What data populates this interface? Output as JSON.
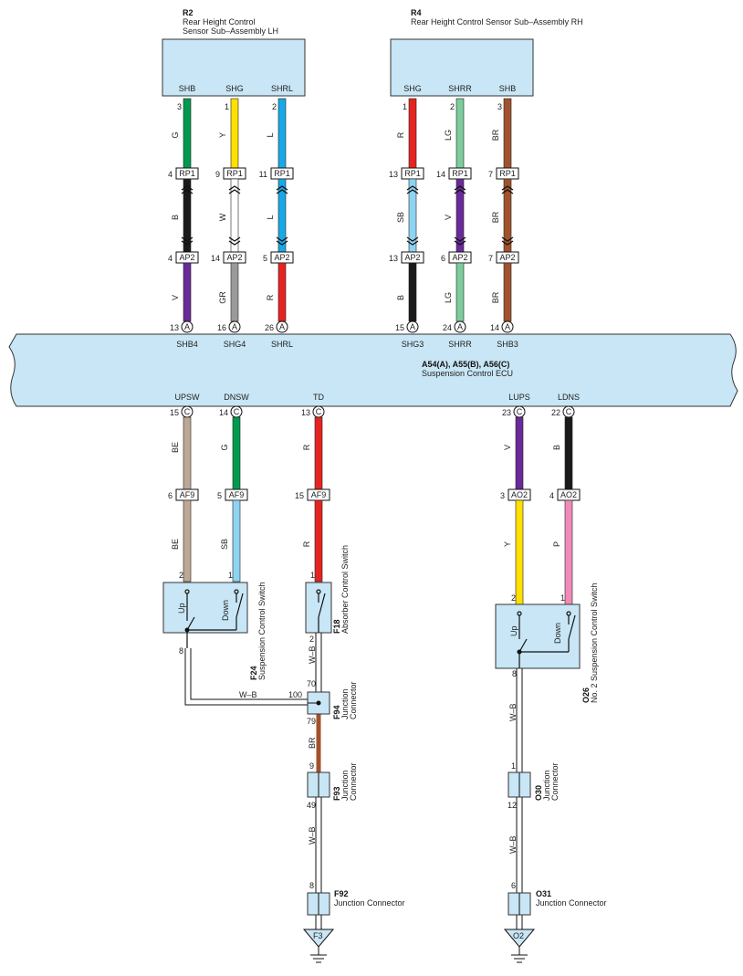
{
  "sensors": {
    "lh": {
      "code": "R2",
      "name_line1": "Rear Height Control",
      "name_line2": "Sensor Sub–Assembly LH"
    },
    "rh": {
      "code": "R4",
      "name_line1": "Rear Height Control Sensor Sub–Assembly RH"
    }
  },
  "ecu": {
    "code": "A54(A), A55(B), A56(C)",
    "name": "Suspension Control ECU"
  },
  "wires_top": [
    {
      "sig": "SHB",
      "pin": "3",
      "c1": "G",
      "c1hex": "#009a4e",
      "rp": "4",
      "c2": "B",
      "c2hex": "#1a1a1a",
      "ap": "4",
      "c3": "V",
      "c3hex": "#6a2a9a",
      "ecupin": "13",
      "ecuconn": "A",
      "ecusig": "SHB4"
    },
    {
      "sig": "SHG",
      "pin": "1",
      "c1": "Y",
      "c1hex": "#ffe000",
      "rp": "9",
      "c2": "W",
      "c2hex": "#ffffff",
      "ap": "14",
      "c3": "GR",
      "c3hex": "#9a9a9a",
      "ecupin": "16",
      "ecuconn": "A",
      "ecusig": "SHG4"
    },
    {
      "sig": "SHRL",
      "pin": "2",
      "c1": "L",
      "c1hex": "#19a8e6",
      "rp": "11",
      "c2": "L",
      "c2hex": "#19a8e6",
      "ap": "5",
      "c3": "R",
      "c3hex": "#e52421",
      "ecupin": "26",
      "ecuconn": "A",
      "ecusig": "SHRL"
    },
    {
      "sig": "SHG",
      "pin": "1",
      "c1": "R",
      "c1hex": "#e52421",
      "rp": "13",
      "c2": "SB",
      "c2hex": "#8fd3f2",
      "ap": "13",
      "c3": "B",
      "c3hex": "#1a1a1a",
      "ecupin": "15",
      "ecuconn": "A",
      "ecusig": "SHG3"
    },
    {
      "sig": "SHRR",
      "pin": "2",
      "c1": "LG",
      "c1hex": "#7ccc9c",
      "rp": "14",
      "c2": "V",
      "c2hex": "#6a2a9a",
      "ap": "6",
      "c3": "LG",
      "c3hex": "#7ccc9c",
      "ecupin": "24",
      "ecuconn": "A",
      "ecusig": "SHRR"
    },
    {
      "sig": "SHB",
      "pin": "3",
      "c1": "BR",
      "c1hex": "#a0522d",
      "rp": "7",
      "c2": "BR",
      "c2hex": "#a0522d",
      "ap": "7",
      "c3": "BR",
      "c3hex": "#a0522d",
      "ecupin": "14",
      "ecuconn": "A",
      "ecusig": "SHB3"
    }
  ],
  "conn_labels": {
    "rp": "RP1",
    "ap": "AP2",
    "af": "AF9",
    "ao": "AO2"
  },
  "wires_bottom": [
    {
      "sig": "UPSW",
      "ecupin": "15",
      "ecuconn": "C",
      "c1": "BE",
      "c1hex": "#bca895",
      "jpin": "6",
      "jconn": "AF9",
      "c2": "BE",
      "c2hex": "#bca895",
      "swpin": "2"
    },
    {
      "sig": "DNSW",
      "ecupin": "14",
      "ecuconn": "C",
      "c1": "G",
      "c1hex": "#009a4e",
      "jpin": "5",
      "jconn": "AF9",
      "c2": "SB",
      "c2hex": "#8fd3f2",
      "swpin": "1"
    },
    {
      "sig": "TD",
      "ecupin": "13",
      "ecuconn": "C",
      "c1": "R",
      "c1hex": "#e52421",
      "jpin": "15",
      "jconn": "AF9",
      "c2": "R",
      "c2hex": "#e52421",
      "swpin": "1"
    },
    {
      "sig": "LUPS",
      "ecupin": "23",
      "ecuconn": "C",
      "c1": "V",
      "c1hex": "#6a2a9a",
      "jpin": "3",
      "jconn": "AO2",
      "c2": "Y",
      "c2hex": "#ffe000",
      "swpin": "2"
    },
    {
      "sig": "LDNS",
      "ecupin": "22",
      "ecuconn": "C",
      "c1": "B",
      "c1hex": "#1a1a1a",
      "jpin": "4",
      "jconn": "AO2",
      "c2": "P",
      "c2hex": "#f08ab8",
      "swpin": "1"
    }
  ],
  "components": {
    "f24": {
      "code": "F24",
      "name": "Suspension Control Switch",
      "up": "Up",
      "down": "Down",
      "out_pin": "8"
    },
    "f18": {
      "code": "F18",
      "name": "Absorber Control Switch",
      "out_pin": "2"
    },
    "o26": {
      "code": "O26",
      "name": "No. 2 Suspension Control Switch",
      "up": "Up",
      "down": "Down",
      "out_pin": "8"
    },
    "f94": {
      "code": "F94",
      "name_line1": "Junction",
      "name_line2": "Connector",
      "pin_top": "70",
      "pin_left": "100",
      "pin_bottom": "79"
    },
    "f93": {
      "code": "F93",
      "name_line1": "Junction",
      "name_line2": "Connector",
      "pin_top": "9",
      "pin_bottom": "49"
    },
    "f92": {
      "code": "F92",
      "name": "Junction Connector",
      "pin_top": "8"
    },
    "o30": {
      "code": "O30",
      "name_line1": "Junction",
      "name_line2": "Connector",
      "pin_top": "1",
      "pin_bottom": "12"
    },
    "o31": {
      "code": "O31",
      "name": "Junction Connector",
      "pin_top": "6"
    }
  },
  "ground_wires": {
    "wb": "W–B",
    "br": "BR"
  },
  "grounds": {
    "left": "F3",
    "right": "O2"
  }
}
